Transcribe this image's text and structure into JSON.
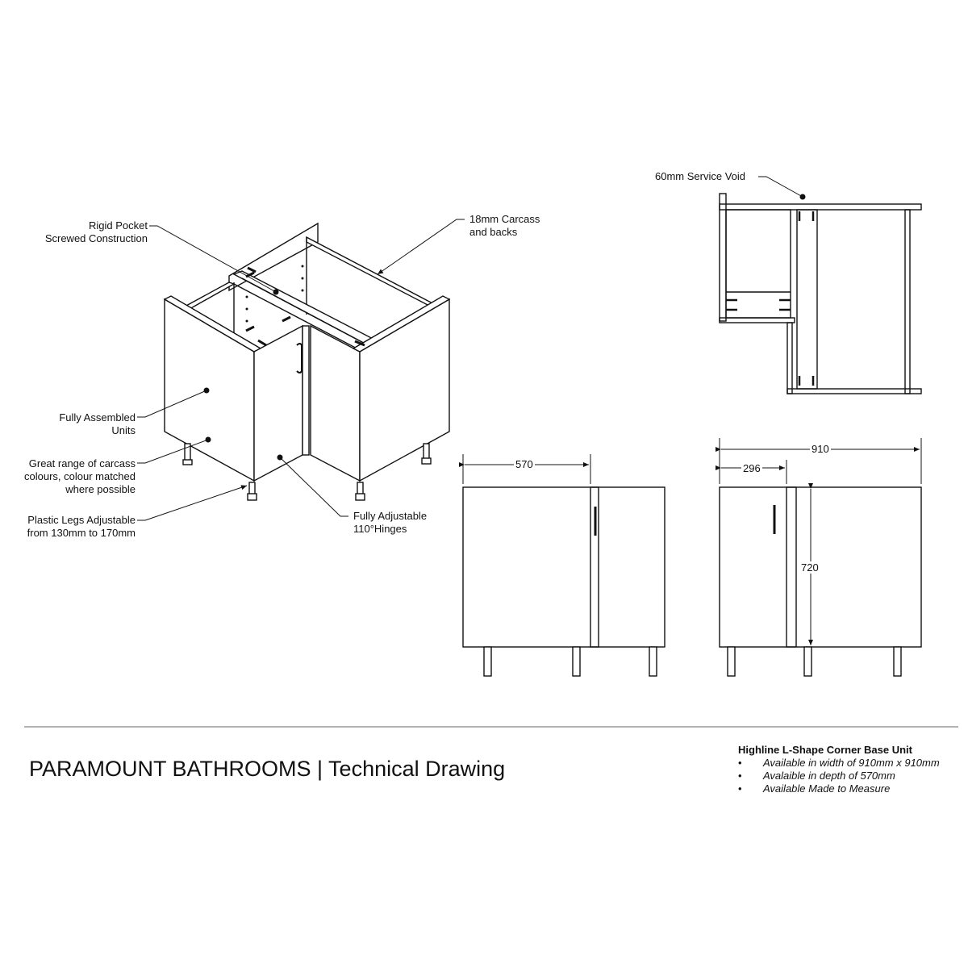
{
  "callouts": {
    "rigid_pocket": [
      "Rigid Pocket",
      "Screwed Construction"
    ],
    "carcass": [
      "18mm Carcass",
      "and backs"
    ],
    "assembled": [
      "Fully Assembled",
      "Units"
    ],
    "colours": [
      "Great range of carcass",
      "colours, colour matched",
      "where possible"
    ],
    "legs": [
      "Plastic Legs Adjustable",
      "from 130mm to 170mm"
    ],
    "hinges": [
      "Fully Adjustable",
      "110°Hinges"
    ],
    "service_void": "60mm Service Void"
  },
  "dimensions": {
    "depth": "570",
    "width": "910",
    "door": "296",
    "height": "720"
  },
  "footer": {
    "brand": "PARAMOUNT BATHROOMS | Technical Drawing",
    "product_title": "Highline L-Shape Corner Base Unit",
    "bullets": [
      "Available in width of 910mm x 910mm",
      "Avalaible in depth of 570mm",
      "Available Made to Measure"
    ],
    "bullet_glyph": "•"
  }
}
